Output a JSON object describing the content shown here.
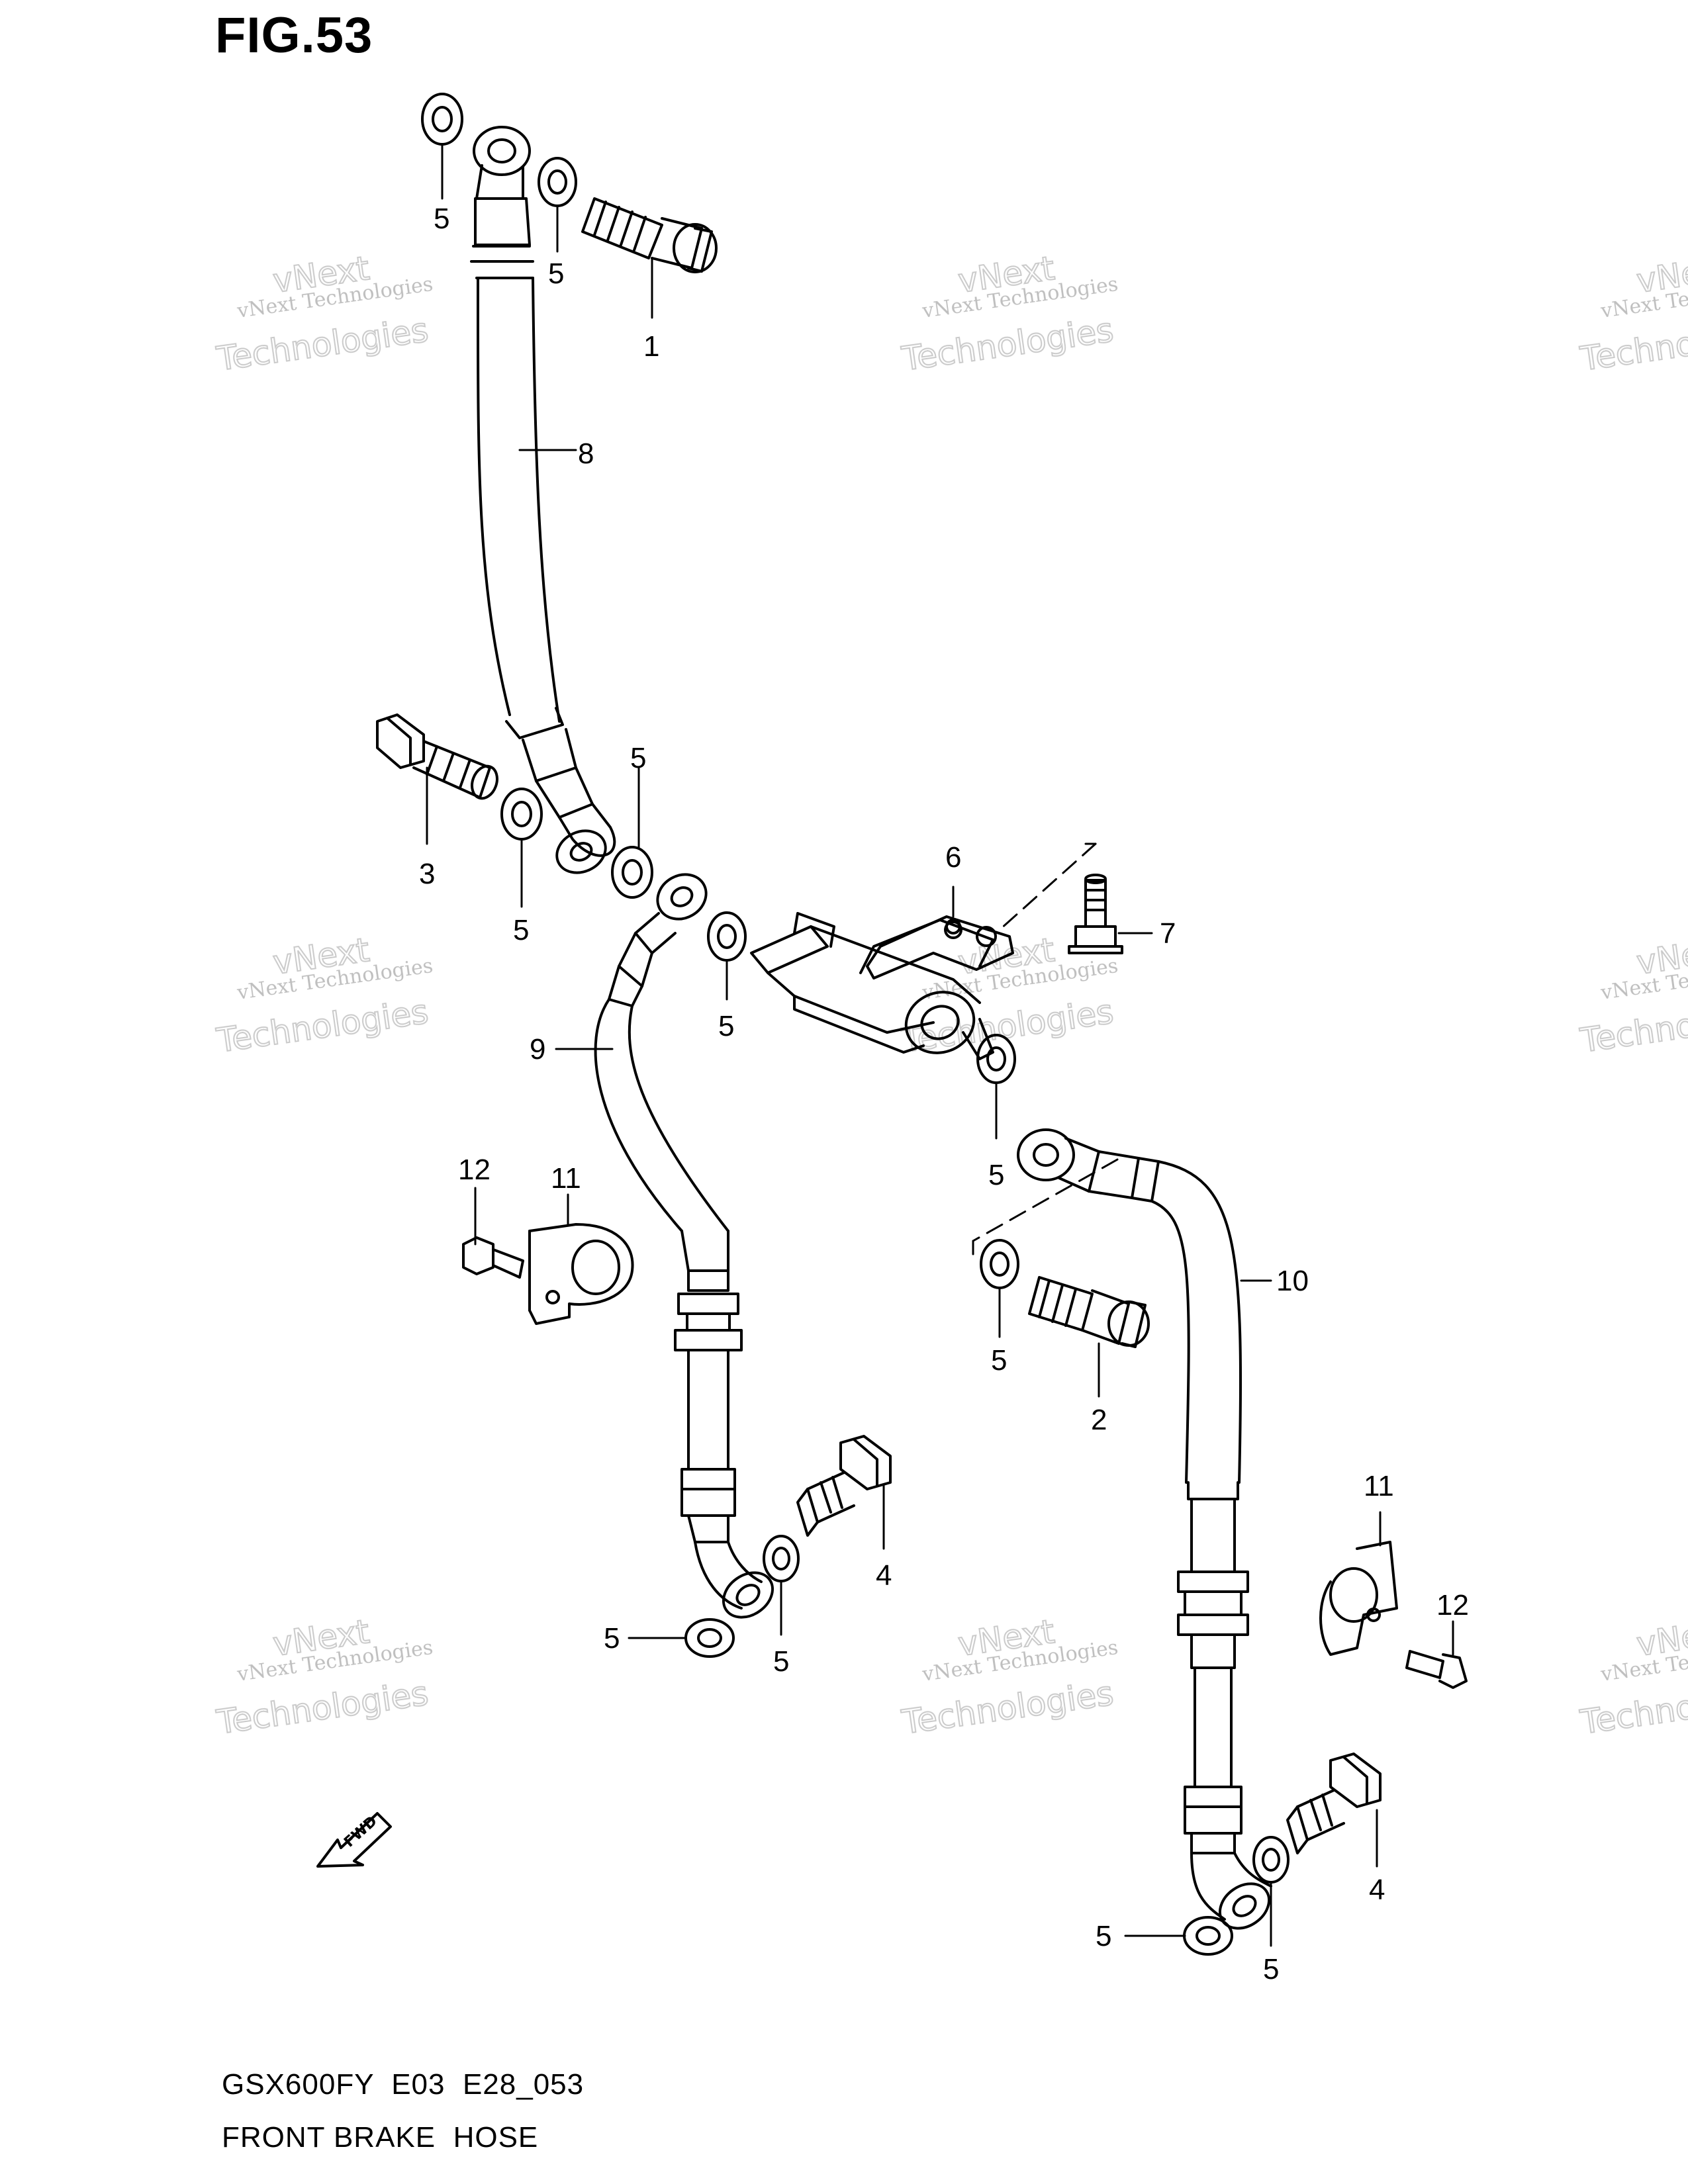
{
  "figure": {
    "title": "FIG.53"
  },
  "footer": {
    "model": "GSX600FY  E03  E28_053",
    "name": "FRONT BRAKE  HOSE"
  },
  "watermark": {
    "line1": "vNext Technologies",
    "line2": "vNext",
    "line3": "Technologies"
  },
  "fwd_label": "FWD",
  "callouts": [
    "1",
    "2",
    "3",
    "4",
    "5",
    "6",
    "7",
    "8",
    "9",
    "10",
    "11",
    "12"
  ]
}
